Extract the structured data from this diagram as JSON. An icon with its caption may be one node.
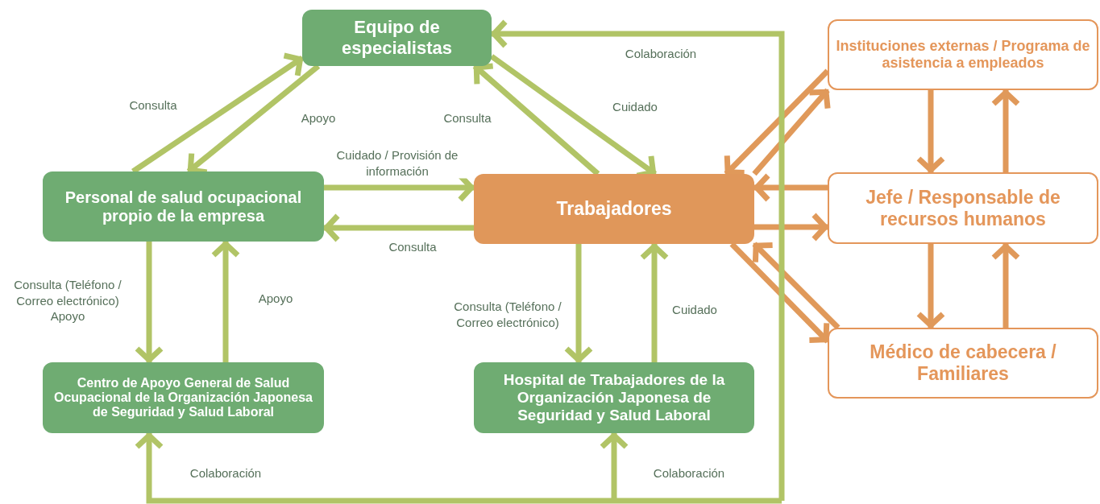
{
  "diagram": {
    "nodes": [
      {
        "text": [
          "Equipo de especialistas"
        ]
      },
      {
        "text": [
          "Personal de salud ocupacional propio de la empresa"
        ]
      },
      {
        "text": [
          "Trabajadores"
        ]
      },
      {
        "text": [
          "Centro de Apoyo General de Salud Ocupacional de la Organización Japonesa de Seguridad y Salud Laboral"
        ]
      },
      {
        "text": [
          "Hospital de Trabajadores de la Organización Japonesa de Seguridad y Salud Laboral"
        ]
      },
      {
        "text": [
          "Instituciones externas / Programa de asistencia a empleados"
        ]
      },
      {
        "text": [
          "Jefe / Responsable de recursos humanos"
        ]
      },
      {
        "text": [
          "Médico de cabecera / Familiares"
        ]
      }
    ],
    "edges": [
      {
        "from": 1,
        "to": 0,
        "arrow": "to",
        "label": "Consulta"
      },
      {
        "from": 0,
        "to": 1,
        "arrow": "to",
        "label": "Apoyo"
      },
      {
        "from": 2,
        "to": 0,
        "arrow": "to",
        "label": "Consulta"
      },
      {
        "from": 0,
        "to": 2,
        "arrow": "to",
        "label": "Cuidado"
      },
      {
        "from": 1,
        "to": 2,
        "arrow": "to",
        "label": "Cuidado / Provisión de información"
      },
      {
        "from": 2,
        "to": 1,
        "arrow": "to",
        "label": "Consulta"
      },
      {
        "from": 1,
        "to": 3,
        "arrow": "to",
        "label": "Consulta (Teléfono / Correo electrónico) Apoyo"
      },
      {
        "from": 3,
        "to": 1,
        "arrow": "to",
        "label": "Apoyo"
      },
      {
        "from": 2,
        "to": 4,
        "arrow": "to",
        "label": "Consulta (Teléfono / Correo electrónico)"
      },
      {
        "from": 4,
        "to": 2,
        "arrow": "to",
        "label": "Cuidado"
      },
      {
        "from": 5,
        "to": 2,
        "arrow": "to",
        "color": "#e0995a"
      },
      {
        "from": 2,
        "to": 5,
        "arrow": "to",
        "color": "#e0995a"
      },
      {
        "from": 6,
        "to": 2,
        "arrow": "to",
        "color": "#e0995a"
      },
      {
        "from": 2,
        "to": 6,
        "arrow": "to",
        "color": "#e0995a"
      },
      {
        "from": 2,
        "to": 7,
        "arrow": "to",
        "color": "#e0995a"
      },
      {
        "from": 7,
        "to": 2,
        "arrow": "to",
        "color": "#e0995a"
      },
      {
        "from": 5,
        "to": 6,
        "arrow": "to",
        "color": "#e0995a"
      },
      {
        "from": 6,
        "to": 5,
        "arrow": "to",
        "color": "#e0995a"
      },
      {
        "from": 6,
        "to": 7,
        "arrow": "to",
        "color": "#e0995a"
      },
      {
        "from": 7,
        "to": 6,
        "arrow": "to",
        "color": "#e0995a"
      },
      {
        "from": null,
        "to": 0,
        "arrow": "to",
        "label": "Colaboración"
      },
      {
        "from": null,
        "to": 3,
        "arrow": "to",
        "label": "Colaboración"
      },
      {
        "from": null,
        "to": 4,
        "arrow": "to",
        "label": "Colaboración"
      }
    ]
  }
}
